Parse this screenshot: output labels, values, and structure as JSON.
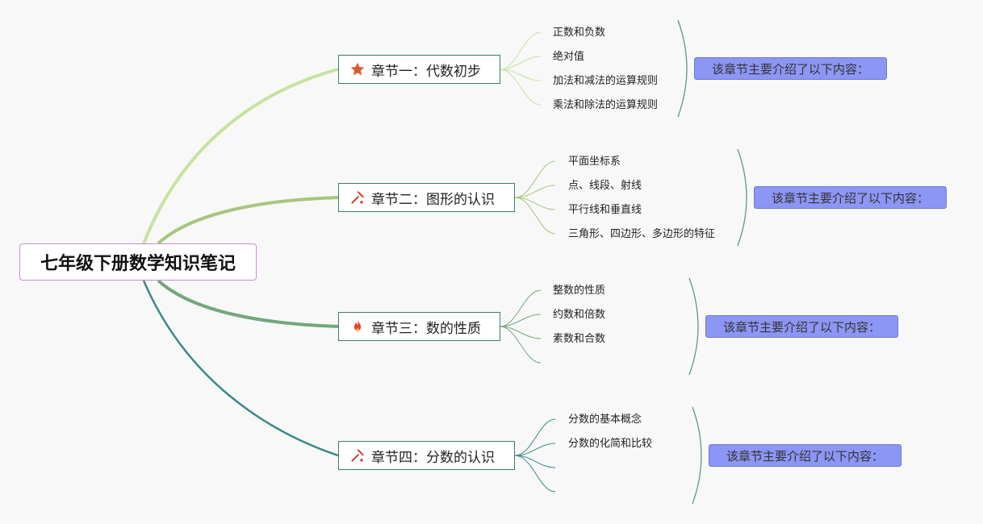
{
  "root": {
    "title": "七年级下册数学知识笔记"
  },
  "chapters": [
    {
      "title": "章节一：代数初步",
      "icon": "star-icon",
      "topics": [
        "正数和负数",
        "绝对值",
        "加法和减法的运算规则",
        "乘法和除法的运算规则"
      ],
      "summary": "该章节主要介绍了以下内容：",
      "color": "#c6e3a0"
    },
    {
      "title": "章节二：图形的认识",
      "icon": "tools-icon",
      "topics": [
        "平面坐标系",
        "点、线段、射线",
        "平行线和垂直线",
        "三角形、四边形、多边形的特征"
      ],
      "summary": "该章节主要介绍了以下内容：",
      "color": "#a6c77f"
    },
    {
      "title": "章节三：数的性质",
      "icon": "fire-icon",
      "topics": [
        "整数的性质",
        "约数和倍数",
        "素数和合数"
      ],
      "summary": "该章节主要介绍了以下内容：",
      "color": "#75a67d"
    },
    {
      "title": "章节四：分数的认识",
      "icon": "tools-icon",
      "topics": [
        "分数的基本概念",
        "分数的化简和比较"
      ],
      "summary": "该章节主要介绍了以下内容：",
      "color": "#3a8a86"
    }
  ]
}
